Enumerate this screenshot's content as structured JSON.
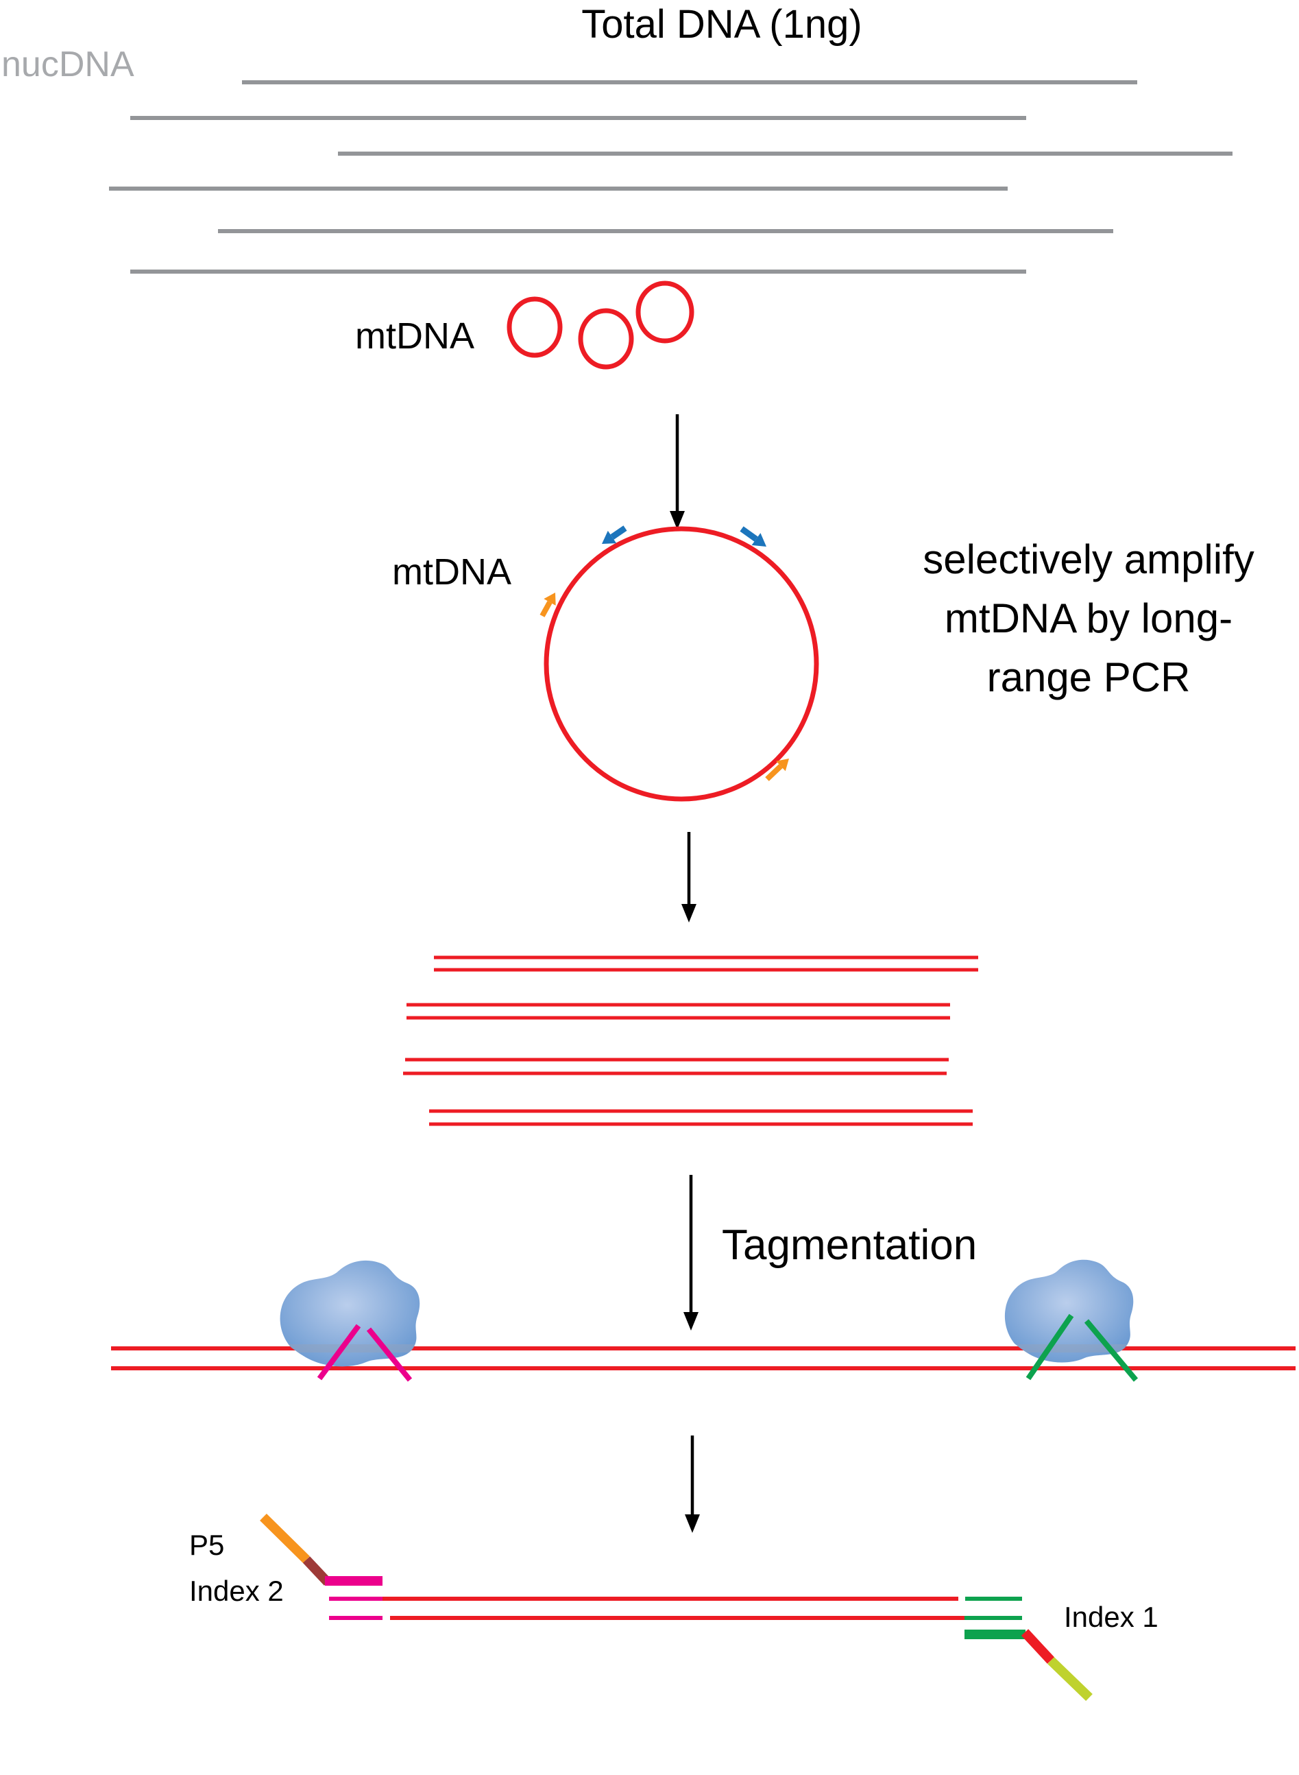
{
  "title": "Total DNA (1ng)",
  "labels": {
    "nucdna": "nucDNA",
    "mtdna_pool": "mtDNA",
    "mtdna_circle": "mtDNA",
    "amplify_line1": "selectively amplify",
    "amplify_line2": "mtDNA by long-",
    "amplify_line3": "range PCR",
    "tagmentation": "Tagmentation",
    "p5": "P5",
    "index2": "Index 2",
    "index1": "Index 1"
  },
  "colors": {
    "nucdna_gray": "#939598",
    "label_gray": "#A7A9AC",
    "mtdna_red": "#ED1C24",
    "primer_blue": "#1C75BC",
    "primer_orange": "#F7941E",
    "transposase_blue_center": "#BACEEC",
    "transposase_blue_edge": "#6B9AD2",
    "adapter_magenta": "#EC008C",
    "adapter_green": "#0DA24E",
    "adapter_maroon": "#9E3A38",
    "adapter_olive": "#BFD22E",
    "text_black": "#000000"
  }
}
